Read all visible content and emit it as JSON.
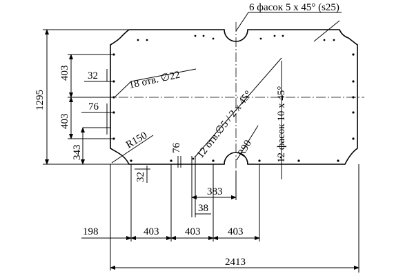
{
  "labels": {
    "chamfers_top": "6 фасок 5 x 45°  (s25)",
    "holes18": "18 отв. ∅22",
    "holes12": "12 отв.∅5 / 2 x 45°",
    "chamfers_side": "12 фасок 10 x 45°",
    "r150": "R150",
    "r90": "R90"
  },
  "dims": {
    "d1295": "1295",
    "d403a": "403",
    "d403b": "403",
    "d343": "343",
    "d32a": "32",
    "d76a": "76",
    "d76b": "76",
    "d32b": "32",
    "d383": "383",
    "d38": "38",
    "d198": "198",
    "d403c": "403",
    "d403d": "403",
    "d403e": "403",
    "d2413": "2413"
  }
}
